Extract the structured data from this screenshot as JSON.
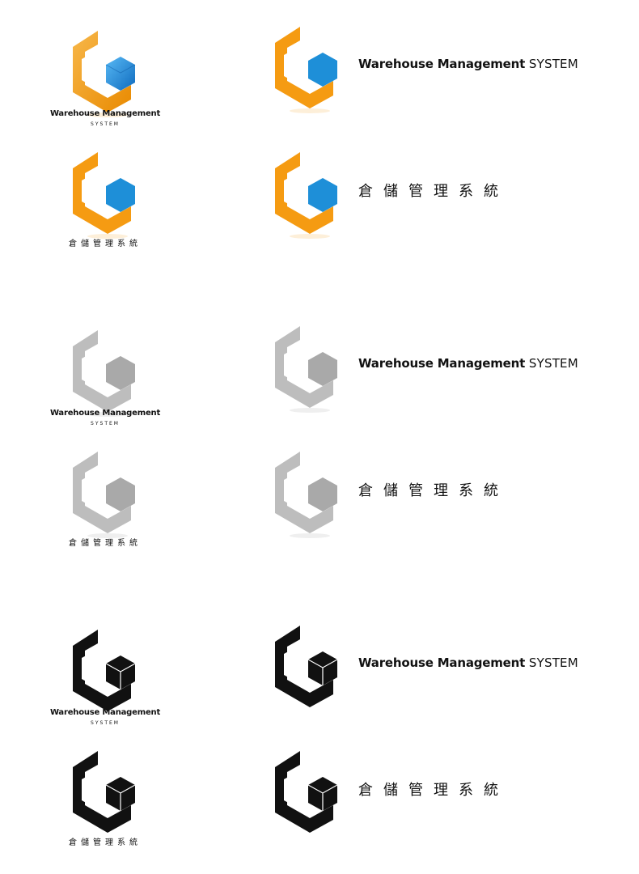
{
  "brand": {
    "en_title_full": "Warehouse Management",
    "en_title_bold": "Warehouse Management",
    "en_system": "SYSTEM",
    "zh_title": "倉儲管理系統"
  },
  "variants": [
    {
      "name": "color",
      "hook_fill": "#F59B12",
      "cube_fill": "#1E8FD8",
      "text_color": "#111111"
    },
    {
      "name": "grayscale",
      "hook_fill": "#BDBDBD",
      "cube_fill": "#A9A9A9",
      "text_color": "#111111"
    },
    {
      "name": "black",
      "hook_fill": "#111111",
      "cube_fill": "#111111",
      "text_color": "#111111"
    }
  ],
  "icons": [
    "hexagon-hook-icon",
    "cube-icon"
  ]
}
